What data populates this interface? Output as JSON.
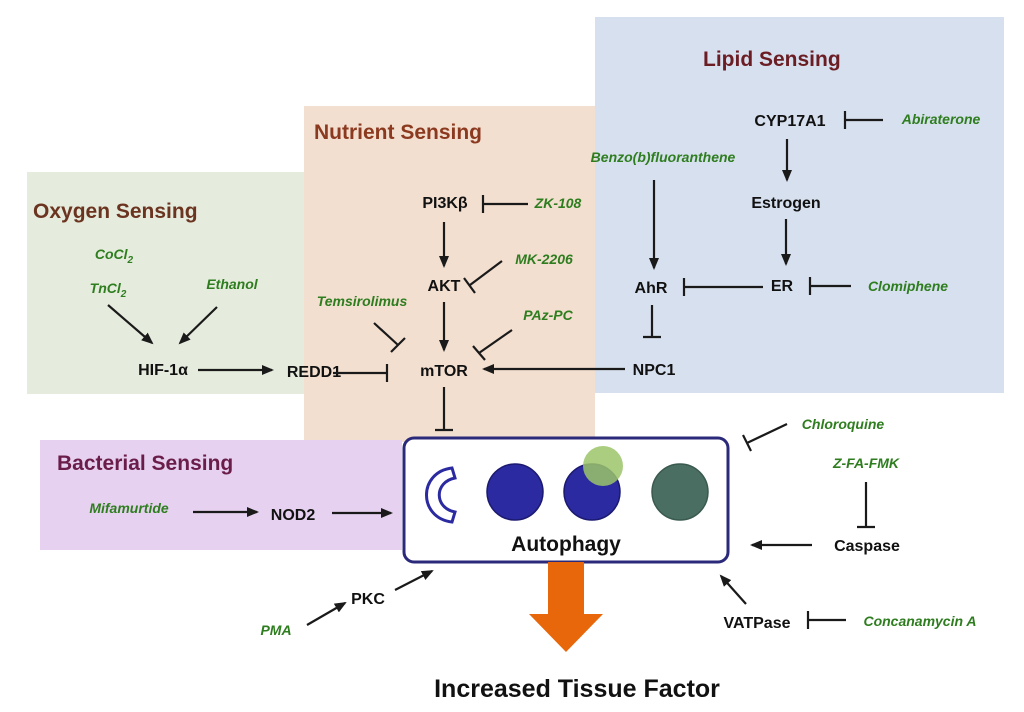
{
  "regions": {
    "oxygen": {
      "title": "Oxygen Sensing",
      "fill": "#e6ecdd",
      "title_color": "#6b3420"
    },
    "nutrient": {
      "title": "Nutrient Sensing",
      "fill": "#f3dfd0",
      "title_color": "#8b3a1f"
    },
    "lipid": {
      "title": "Lipid Sensing",
      "fill": "#d7e0ee",
      "title_color": "#6b1d24"
    },
    "bacterial": {
      "title": "Bacterial Sensing",
      "fill": "#e6d2f0",
      "title_color": "#6b1d4a"
    }
  },
  "nodes": {
    "hif": "HIF-1α",
    "redd1": "REDD1",
    "pi3k": "PI3Kβ",
    "akt": "AKT",
    "mtor": "mTOR",
    "cyp": "CYP17A1",
    "estrogen": "Estrogen",
    "er": "ER",
    "ahr": "AhR",
    "npc1": "NPC1",
    "nod2": "NOD2",
    "pkc": "PKC",
    "caspase": "Caspase",
    "vatpase": "VATPase"
  },
  "drugs": {
    "cocl2": {
      "base": "CoCl",
      "sub": "2"
    },
    "tncl2": {
      "base": "TnCl",
      "sub": "2"
    },
    "ethanol": "Ethanol",
    "temsirolimus": "Temsirolimus",
    "zk108": "ZK-108",
    "mk2206": "MK-2206",
    "pazpc": "PAz-PC",
    "benzo": "Benzo(b)fluoranthene",
    "abiraterone": "Abiraterone",
    "clomiphene": "Clomiphene",
    "mifamurtide": "Mifamurtide",
    "chloroquine": "Chloroquine",
    "zfafmk": "Z-FA-FMK",
    "concanamycin": "Concanamycin A",
    "pma": "PMA"
  },
  "autophagy": {
    "label": "Autophagy",
    "border_color": "#2b2a7a",
    "vesicle_color": "#2b2aa0",
    "lysosome_color": "#9bc46a",
    "autolysosome_color": "#4a6f62"
  },
  "output": {
    "label": "Increased Tissue Factor",
    "arrow_color": "#e8670a"
  },
  "colors": {
    "drug_text": "#2e7d1f",
    "node_text": "#111111",
    "edge": "#1a1a1a"
  }
}
